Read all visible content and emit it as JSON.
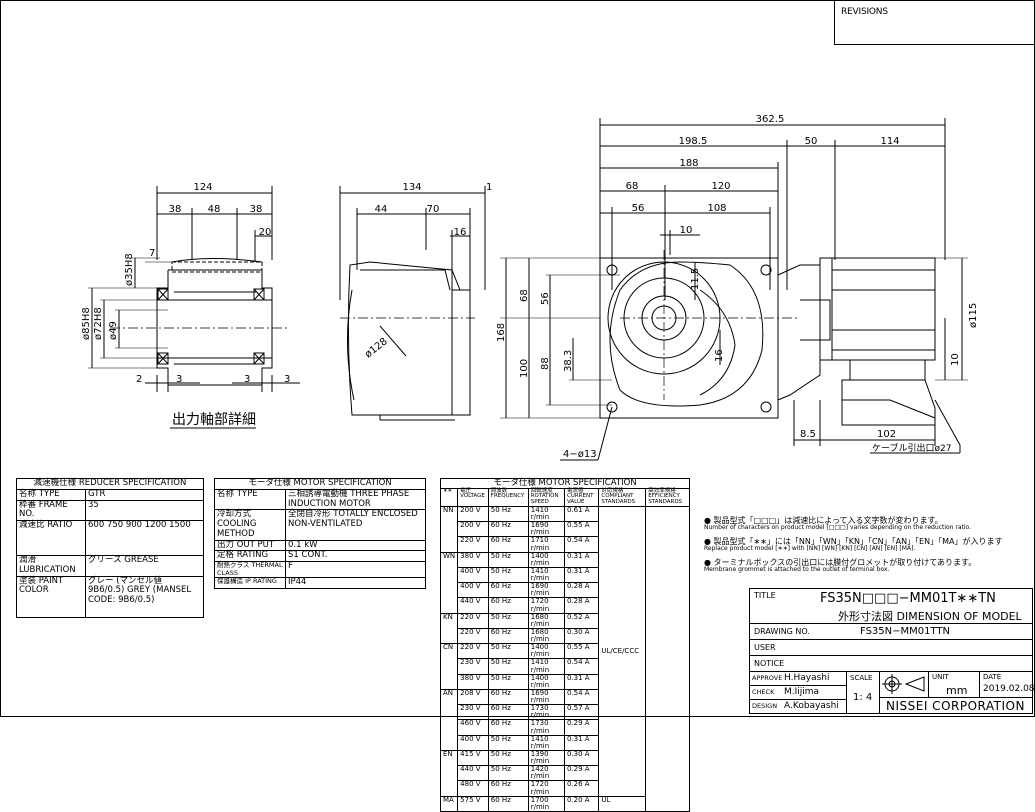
{
  "revisions_label": "REVISIONS",
  "dims": {
    "d124": "124",
    "d38a": "38",
    "d48": "48",
    "d38b": "38",
    "d20a": "20",
    "d35h8": "ø35H8",
    "d7": "7",
    "d85h8": "ø85H8",
    "d72h8": "ø72H8",
    "d49": "ø49",
    "d2": "2",
    "d3a": "3",
    "d3b": "3",
    "d3c": "3",
    "d134": "134",
    "d1": "1",
    "d44": "44",
    "d70": "70",
    "d16a": "16",
    "d128": "ø128",
    "d3625": "362.5",
    "d1985": "198.5",
    "d50": "50",
    "d114": "114",
    "d188": "188",
    "d68": "68",
    "d120": "120",
    "d56h": "56",
    "d108": "108",
    "d10h": "10",
    "d115v": "11.5",
    "d68v": "68",
    "d56v": "56",
    "d168": "168",
    "d100": "100",
    "d88": "88",
    "d383": "38.3",
    "d16b": "16",
    "d115": "ø115",
    "d10v": "10",
    "d85": "8.5",
    "d102": "102",
    "d4013": "4−ø13",
    "cable": "ケーブル引出口ø27"
  },
  "output_shaft_label": "出力軸部詳細",
  "reducer": {
    "title": "減速機仕様 REDUCER SPECIFICATION",
    "rows": [
      {
        "k": "名称 TYPE",
        "v": "GTR"
      },
      {
        "k": "枠番 FRAME NO.",
        "v": "35"
      },
      {
        "k": "減速比 RATIO",
        "v": "600 750 900 1200 1500"
      },
      {
        "k": "潤滑 LUBRICATION",
        "v": "グリース GREASE"
      },
      {
        "k": "塗装 PAINT COLOR",
        "v": "グレー (マンセル値 9B6/0.5) GREY (MANSEL CODE: 9B6/0.5)"
      }
    ]
  },
  "motor": {
    "title": "モータ仕様 MOTOR SPECIFICATION",
    "rows": [
      {
        "k": "名称 TYPE",
        "v": "三相誘導電動機 THREE PHASE INDUCTION MOTOR"
      },
      {
        "k": "冷却方式 COOLING METHOD",
        "v": "全閉自冷形 TOTALLY ENCLOSED NON-VENTILATED"
      },
      {
        "k": "出力 OUT PUT",
        "v": "0.1 kW"
      },
      {
        "k": "定格 RATING",
        "v": "S1 CONT."
      },
      {
        "k": "耐熱クラス THERMAL CLASS",
        "v": "F"
      },
      {
        "k": "保護構造 IP RATING",
        "v": "IP44"
      }
    ]
  },
  "motor2": {
    "title": "モータ仕様 MOTOR SPECIFICATION",
    "headers": [
      "∗∗",
      "電圧 VOLTAGE",
      "周波数 FREQUENCY",
      "回転速度 ROTATION SPEED",
      "電流値 CURRENT VALUE",
      "対応規格 COMPLIANT STANDARDS",
      "高効率規格 EFFICIENCY STANDARDS"
    ],
    "groups": [
      {
        "code": "NN",
        "rows": [
          [
            "200 V",
            "50 Hz",
            "1410 r/min",
            "0.61 A"
          ],
          [
            "200 V",
            "60 Hz",
            "1690 r/min",
            "0.55 A"
          ],
          [
            "220 V",
            "60 Hz",
            "1710 r/min",
            "0.54 A"
          ]
        ]
      },
      {
        "code": "WN",
        "rows": [
          [
            "380 V",
            "50 Hz",
            "1400 r/min",
            "0.31 A"
          ],
          [
            "400 V",
            "50 Hz",
            "1410 r/min",
            "0.31 A"
          ],
          [
            "400 V",
            "60 Hz",
            "1690 r/min",
            "0.28 A"
          ],
          [
            "440 V",
            "60 Hz",
            "1720 r/min",
            "0.28 A"
          ]
        ]
      },
      {
        "code": "KN",
        "rows": [
          [
            "220 V",
            "50 Hz",
            "1680 r/min",
            "0.52 A"
          ],
          [
            "220 V",
            "60 Hz",
            "1680 r/min",
            "0.30 A"
          ]
        ]
      },
      {
        "code": "CN",
        "rows": [
          [
            "220 V",
            "50 Hz",
            "1400 r/min",
            "0.55 A"
          ],
          [
            "230 V",
            "50 Hz",
            "1410 r/min",
            "0.54 A"
          ],
          [
            "380 V",
            "50 Hz",
            "1400 r/min",
            "0.31 A"
          ]
        ]
      },
      {
        "code": "AN",
        "rows": [
          [
            "208 V",
            "60 Hz",
            "1690 r/min",
            "0.54 A"
          ],
          [
            "230 V",
            "60 Hz",
            "1730 r/min",
            "0.57 A"
          ],
          [
            "460 V",
            "60 Hz",
            "1730 r/min",
            "0.29 A"
          ],
          [
            "400 V",
            "50 Hz",
            "1410 r/min",
            "0.31 A"
          ]
        ]
      },
      {
        "code": "EN",
        "rows": [
          [
            "415 V",
            "50 Hz",
            "1390 r/min",
            "0.30 A"
          ],
          [
            "440 V",
            "50 Hz",
            "1420 r/min",
            "0.29 A"
          ],
          [
            "480 V",
            "60 Hz",
            "1720 r/min",
            "0.26 A"
          ]
        ]
      },
      {
        "code": "MA",
        "rows": [
          [
            "575 V",
            "60 Hz",
            "1700 r/min",
            "0.20 A"
          ]
        ]
      }
    ],
    "std_ul_ce_ccc": "UL/CE/CCC",
    "std_ul": "UL"
  },
  "notes": [
    {
      "jp": "● 製品型式「□□□」は減速比によって入る文字数が変わります。",
      "en": "Number of characters on product model [□□□] varies depending on the reduction ratio."
    },
    {
      "jp": "● 製品型式「∗∗」には「NN」「WN」「KN」「CN」「AN」「EN」「MA」が入ります",
      "en": "Replace product model [∗∗] with [NN] [WN] [KN] [CN] [AN] [EN] [MA]."
    },
    {
      "jp": "● ターミナルボックスの引出口には膜付グロメットが取り付けてあります。",
      "en": "Membrane grommet is attached to the outlet of terminal box."
    }
  ],
  "titleblock": {
    "title_label": "TITLE",
    "model": "FS35N□□□−MM01T∗∗TN",
    "subtitle": "外形寸法図 DIMENSION OF MODEL",
    "drawing_no_label": "DRAWING NO.",
    "drawing_no": "FS35N−MM01TTN",
    "user_label": "USER",
    "notice_label": "NOTICE",
    "approve_label": "APPROVE",
    "approve": "H.Hayashi",
    "check_label": "CHECK",
    "check": "M.Iijima",
    "design_label": "DESIGN",
    "design": "A.Kobayashi",
    "scale_label": "SCALE",
    "scale": "1: 4",
    "unit_label": "UNIT",
    "unit": "mm",
    "date_label": "DATE",
    "date": "2019.02.08",
    "company": "NISSEI CORPORATION"
  }
}
